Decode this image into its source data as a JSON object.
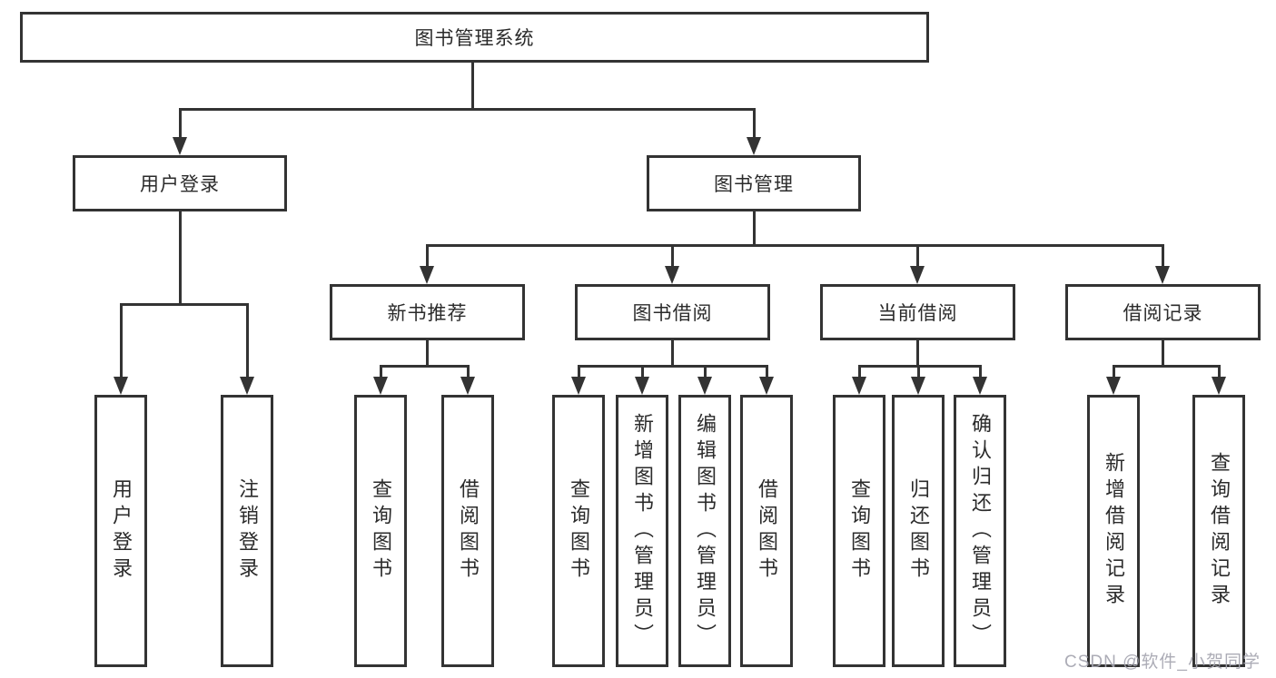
{
  "diagram_title": "图书管理系统",
  "tree": {
    "label": "图书管理系统",
    "children": [
      {
        "label": "用户登录",
        "children": [
          {
            "label": "用户登录"
          },
          {
            "label": "注销登录"
          }
        ]
      },
      {
        "label": "图书管理",
        "children": [
          {
            "label": "新书推荐",
            "children": [
              {
                "label": "查询图书"
              },
              {
                "label": "借阅图书"
              }
            ]
          },
          {
            "label": "图书借阅",
            "children": [
              {
                "label": "查询图书"
              },
              {
                "label": "新增图书（管理员）"
              },
              {
                "label": "编辑图书（管理员）"
              },
              {
                "label": "借阅图书"
              }
            ]
          },
          {
            "label": "当前借阅",
            "children": [
              {
                "label": "查询图书"
              },
              {
                "label": "归还图书"
              },
              {
                "label": "确认归还（管理员）"
              }
            ]
          },
          {
            "label": "借阅记录",
            "children": [
              {
                "label": "新增借阅记录"
              },
              {
                "label": "查询借阅记录"
              }
            ]
          }
        ]
      }
    ]
  },
  "watermark": {
    "text": "CSDN @软件_小贺同学"
  },
  "colors": {
    "line": "#333333",
    "box_border": "#333333",
    "box_fill": "#ffffff",
    "text": "#2b2b2b",
    "watermark": "#a5a5b0",
    "background": "#ffffff"
  }
}
